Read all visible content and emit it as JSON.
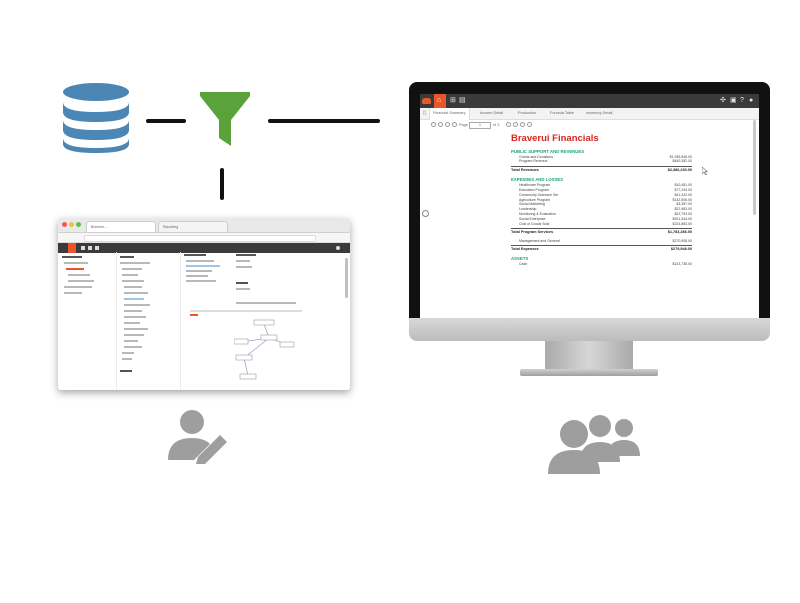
{
  "icons": {
    "database": "database-icon",
    "filter": "funnel-icon",
    "designer": "user-edit-icon",
    "viewers": "users-group-icon"
  },
  "colors": {
    "database": "#4b86b4",
    "filter": "#5aa33b",
    "brand_accent": "#e8572a",
    "report_title": "#d7261f",
    "report_section": "#1aa36f",
    "person_icon": "#9e9e9e"
  },
  "viewer": {
    "tabs": [
      "Financial Summary",
      "Income Detail",
      "Production",
      "Formula Table",
      "Inventory Detail"
    ],
    "active_tab": 0,
    "page_label": "Page",
    "page_value": "1",
    "page_of": "of 3",
    "report": {
      "title": "Braverui Financials",
      "sections": [
        {
          "heading": "PUBLIC SUPPORT AND REVENUES",
          "rows": [
            {
              "label": "Grants and Donations",
              "value": "$1,935,848.00"
            },
            {
              "label": "Program Revenue",
              "value": "$450,382.00"
            }
          ],
          "total": {
            "label": "Total Revenues",
            "value": "$2,386,230.00"
          }
        },
        {
          "heading": "EXPENSES AND LOSSES",
          "rows": [
            {
              "label": "Healthcare Program",
              "value": "$10,481.00"
            },
            {
              "label": "Education Program",
              "value": "$77,234.00"
            },
            {
              "label": "Community Outreach Ser",
              "value": "$41,322.00"
            },
            {
              "label": "Agriculture Program",
              "value": "$142,506.00"
            },
            {
              "label": "Social Marketing",
              "value": "$3,387.00"
            },
            {
              "label": "Leadership",
              "value": "$22,983.00"
            },
            {
              "label": "Monitoring & Evaluation",
              "value": "$22,793.00"
            },
            {
              "label": "Social Enterprise",
              "value": "$201,344.00"
            },
            {
              "label": "Cost of Goods Sold",
              "value": "$224,883.00"
            }
          ],
          "total": {
            "label": "Total Program Services",
            "value": "$1,783,286.00"
          }
        }
      ],
      "management_row": {
        "label": "Management and General",
        "value": "$270,908.00"
      },
      "total_expenses": {
        "label": "Total Expenses",
        "value": "$279,948.00"
      },
      "assets_heading": "ASSETS",
      "assets_rows": [
        {
          "label": "Cash",
          "value": "$143,738.00"
        }
      ]
    }
  },
  "designer": {
    "tab1": "Braverui...",
    "tab2": "Reporting"
  }
}
